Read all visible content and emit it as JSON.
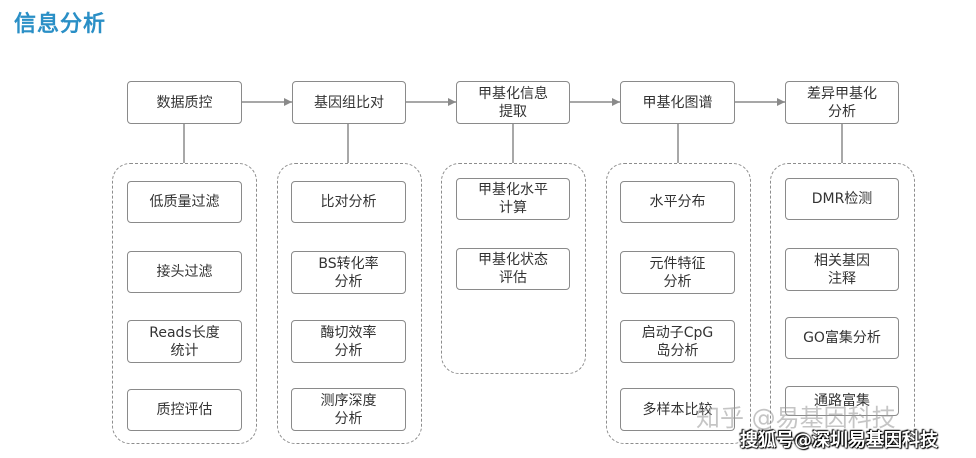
{
  "title": "信息分析",
  "steps": [
    {
      "label": "数据质控",
      "substeps": [
        "低质量过滤",
        "接头过滤",
        "Reads长度\n统计",
        "质控评估"
      ]
    },
    {
      "label": "基因组比对",
      "substeps": [
        "比对分析",
        "BS转化率\n分析",
        "酶切效率\n分析",
        "测序深度\n分析"
      ]
    },
    {
      "label": "甲基化信息\n提取",
      "substeps": [
        "甲基化水平\n计算",
        "甲基化状态\n评估"
      ]
    },
    {
      "label": "甲基化图谱",
      "substeps": [
        "水平分布",
        "元件特征\n分析",
        "启动子CpG\n岛分析",
        "多样本比较"
      ]
    },
    {
      "label": "差异甲基化\n分析",
      "substeps": [
        "DMR检测",
        "相关基因\n注释",
        "GO富集分析",
        "通路富集"
      ]
    }
  ],
  "watermark": {
    "line1": "知乎 @易基因科技",
    "line2": "搜狐号@深圳易基因科技"
  }
}
